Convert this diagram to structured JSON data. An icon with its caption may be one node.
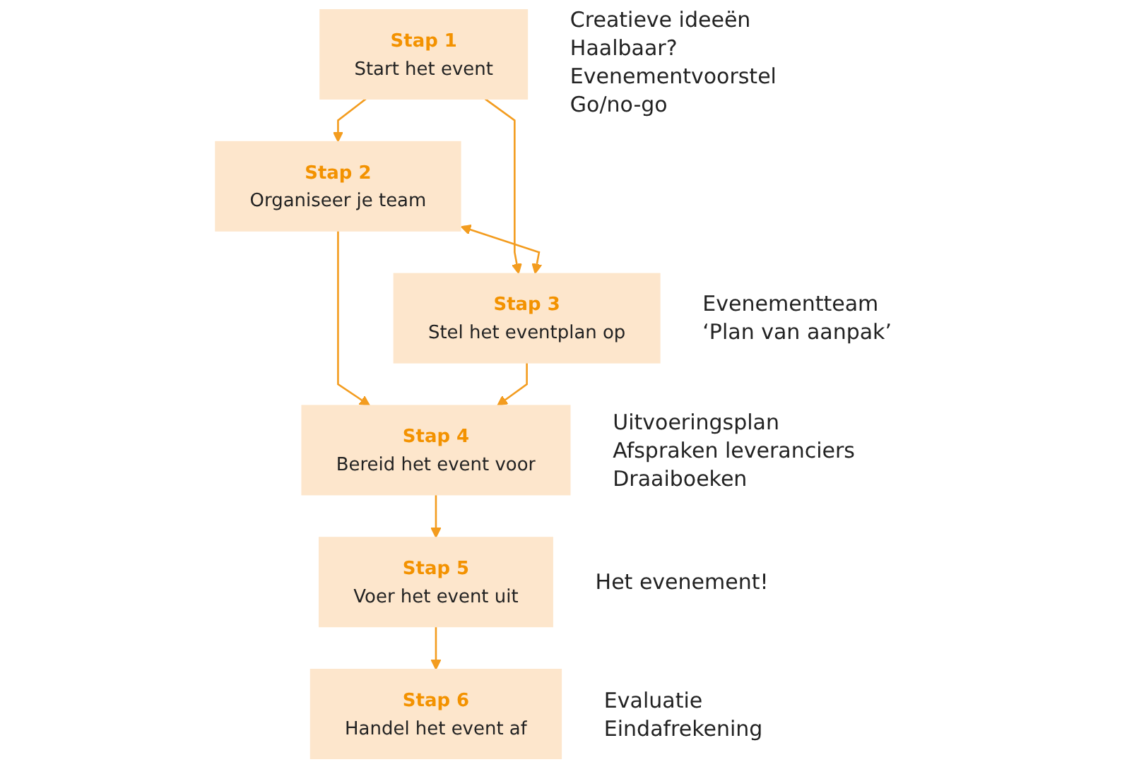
{
  "diagram": {
    "nodes": [
      {
        "text": [
          "Stap 1",
          "Start het event"
        ],
        "beside": [
          "Creatieve ideeën",
          "Haalbaar?",
          "Evenementvoorstel",
          "Go/no-go"
        ]
      },
      {
        "text": [
          "Stap 2",
          "Organiseer je team"
        ]
      },
      {
        "text": [
          "Stap 3",
          "Stel het eventplan op"
        ],
        "beside": [
          "Evenementteam",
          "‘Plan van aanpak’"
        ]
      },
      {
        "text": [
          "Stap 4",
          "Bereid het event voor"
        ],
        "beside": [
          "Uitvoeringsplan",
          "Afspraken leveranciers",
          "Draaiboeken"
        ]
      },
      {
        "text": [
          "Stap 5",
          "Voer het event uit"
        ],
        "beside": [
          "Het evenement!"
        ]
      },
      {
        "text": [
          "Stap 6",
          "Handel het event af"
        ],
        "beside": [
          "Evaluatie",
          "Eindafrekening"
        ]
      }
    ],
    "edges": [
      {
        "from": 0,
        "to": 1,
        "arrow": "to"
      },
      {
        "from": 0,
        "to": 2,
        "arrow": "to"
      },
      {
        "from": 1,
        "to": 2,
        "arrow": "both"
      },
      {
        "from": 1,
        "to": 3,
        "arrow": "to"
      },
      {
        "from": 2,
        "to": 3,
        "arrow": "to"
      },
      {
        "from": 3,
        "to": 4,
        "arrow": "to"
      },
      {
        "from": 4,
        "to": 5,
        "arrow": "to"
      }
    ]
  }
}
